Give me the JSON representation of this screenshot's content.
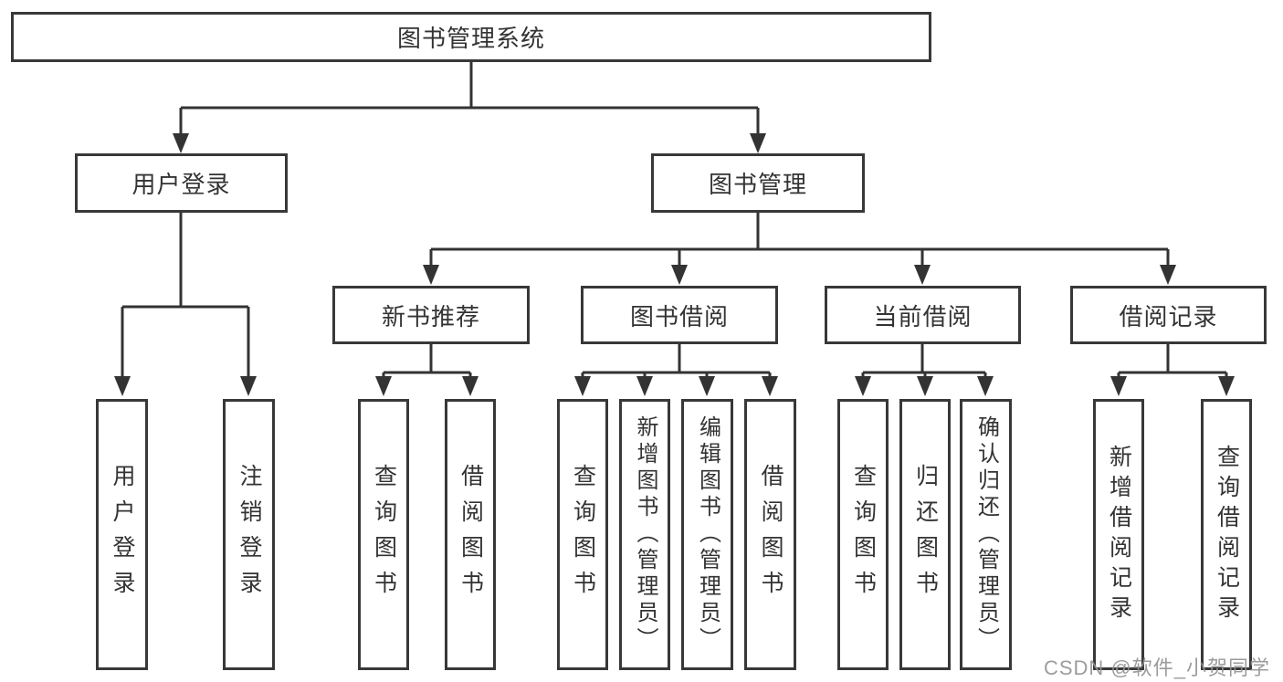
{
  "diagram": {
    "root": {
      "label": "图书管理系统"
    },
    "level2": [
      {
        "label": "用户登录"
      },
      {
        "label": "图书管理"
      }
    ],
    "level3": [
      {
        "label": "新书推荐"
      },
      {
        "label": "图书借阅"
      },
      {
        "label": "当前借阅"
      },
      {
        "label": "借阅记录"
      }
    ],
    "leaves": {
      "user": [
        {
          "label": "用户登录"
        },
        {
          "label": "注销登录"
        }
      ],
      "newbook": [
        {
          "label": "查询图书"
        },
        {
          "label": "借阅图书"
        }
      ],
      "borrow": [
        {
          "label": "查询图书"
        },
        {
          "label": "新增图书（管理员）"
        },
        {
          "label": "编辑图书（管理员）"
        },
        {
          "label": "借阅图书"
        }
      ],
      "current": [
        {
          "label": "查询图书"
        },
        {
          "label": "归还图书"
        },
        {
          "label": "确认归还（管理员）"
        }
      ],
      "records": [
        {
          "label": "新增借阅记录"
        },
        {
          "label": "查询借阅记录"
        }
      ]
    }
  },
  "watermark": {
    "text": "CSDN @软件_小贺同学",
    "color": "#949494"
  },
  "colors": {
    "line": "#333333",
    "box_border": "#383838",
    "text": "#333333",
    "background": "#ffffff"
  }
}
